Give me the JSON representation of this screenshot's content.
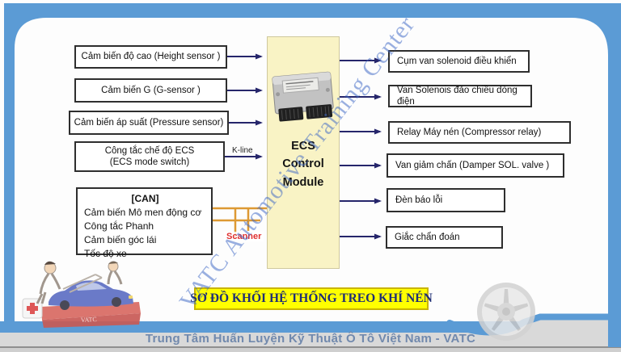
{
  "slide": {
    "watermark": "VATC Automotive Training Center",
    "title": "SƠ ĐỒ KHỐI HỆ THỐNG TREO KHÍ NÉN",
    "footer": "Trung Tâm Huấn Luyện Kỹ Thuật Ô Tô Việt Nam - VATC"
  },
  "module": {
    "line1": "ECS",
    "line2": "Control",
    "line3": "Module"
  },
  "inputs": {
    "height_sensor": "Cảm biến độ cao (Height sensor )",
    "g_sensor": "Cảm biến G (G-sensor )",
    "pressure_sensor": "Cảm biến áp suất (Pressure sensor)",
    "ecs_mode_switch_line1": "Công tắc chế độ ECS",
    "ecs_mode_switch_line2": "(ECS mode switch)",
    "kline_label": "K-line",
    "scanner_label": "Scanner",
    "can": {
      "title": "[CAN]",
      "items": [
        "Cảm biến Mô men động cơ",
        "Công tắc Phanh",
        "Cảm biến góc lái",
        "Tốc độ xe"
      ]
    }
  },
  "outputs": {
    "solenoid_cluster": "Cụm van solenoid điều khiển",
    "reverse_solenoid": "Van Solenois đảo chiều dòng điện",
    "compressor_relay": "Relay Máy nén (Compressor relay)",
    "damper_valve": "Van giảm chấn (Damper SOL. valve )",
    "warning_lamp": "Đèn báo lỗi",
    "diagnostic_connector": "Giắc chẩn đoán"
  },
  "colors": {
    "frame_blue": "#5B9BD5",
    "module_yellow": "#F9F3C5",
    "title_yellow": "#FFFF00",
    "arrow_navy": "#26266B",
    "can_orange": "#DD9933",
    "scanner_red": "#E03030",
    "footer_text_blue": "#7189AD"
  }
}
